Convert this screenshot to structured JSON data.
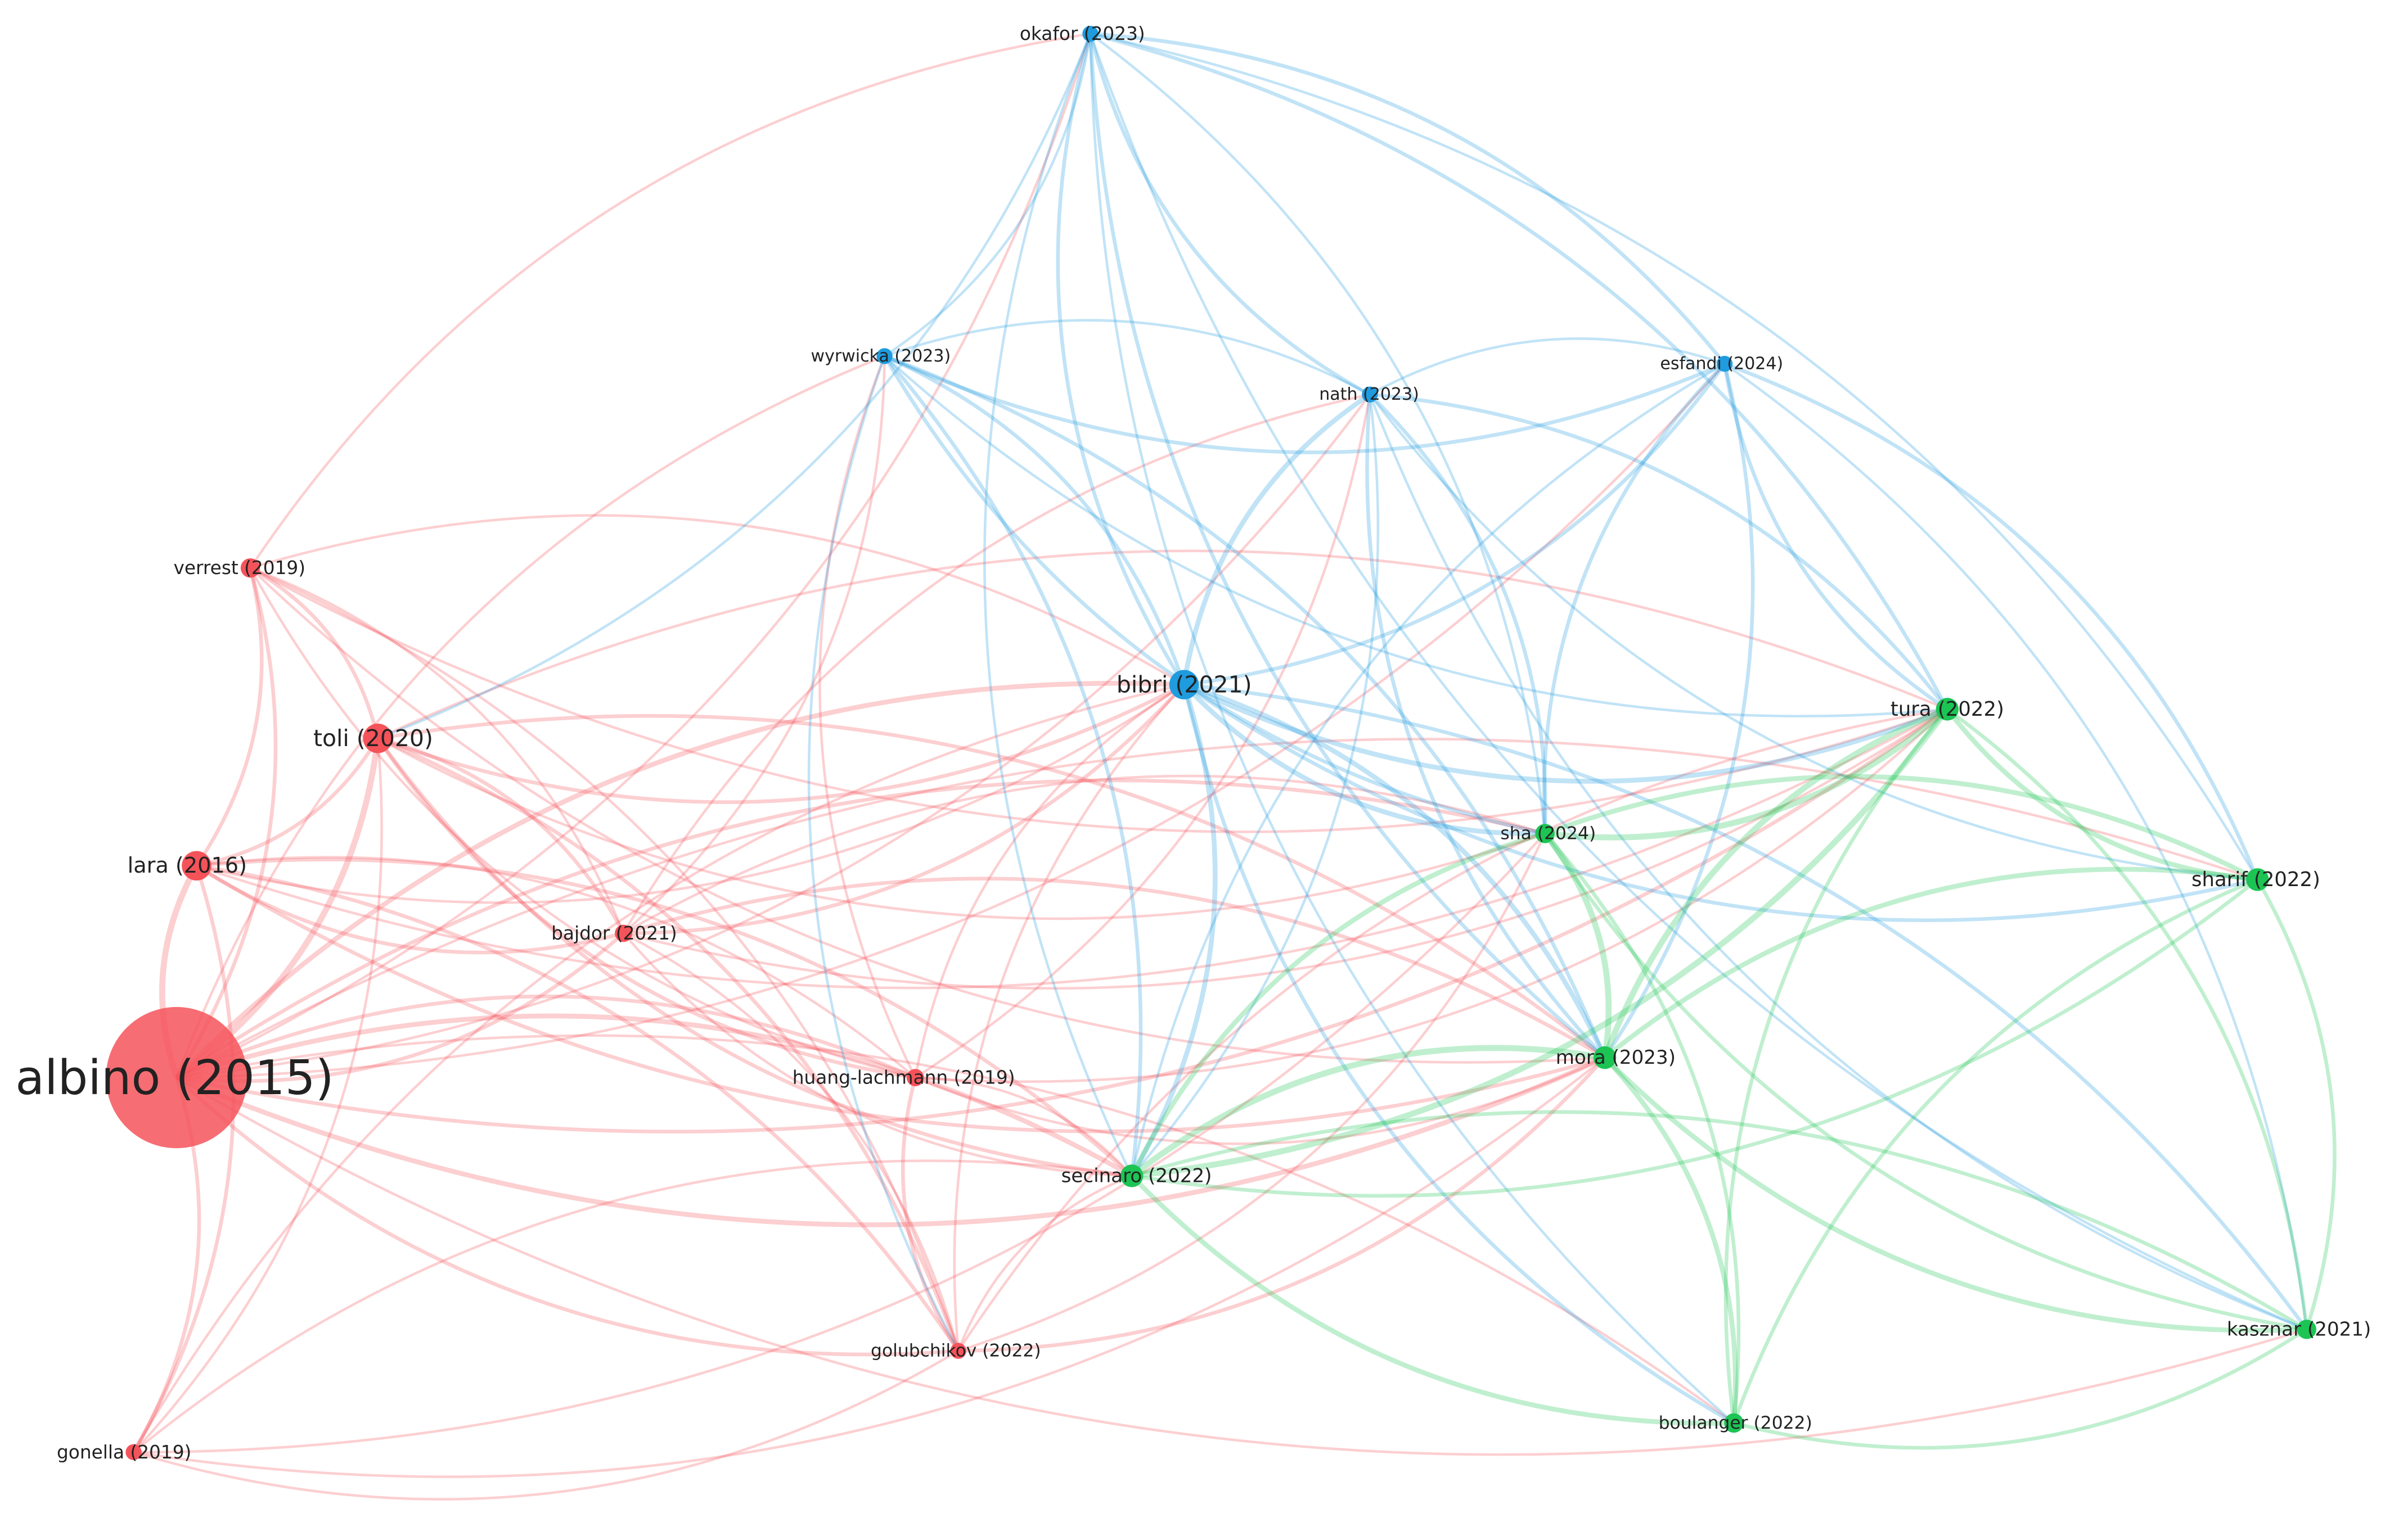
{
  "clusters": {
    "red": {
      "color": "#f5535a"
    },
    "blue": {
      "color": "#1f9bde"
    },
    "green": {
      "color": "#1cc454"
    }
  },
  "nodes": [
    {
      "id": "albino",
      "label": "albino (2015)",
      "cluster": "red",
      "weight": 10
    },
    {
      "id": "toli",
      "label": "toli (2020)",
      "cluster": "red",
      "weight": 3
    },
    {
      "id": "lara",
      "label": "lara (2016)",
      "cluster": "red",
      "weight": 3
    },
    {
      "id": "verrest",
      "label": "verrest (2019)",
      "cluster": "red",
      "weight": 1.5
    },
    {
      "id": "bajdor",
      "label": "bajdor (2021)",
      "cluster": "red",
      "weight": 1.2
    },
    {
      "id": "huang",
      "label": "huang-lachmann (2019)",
      "cluster": "red",
      "weight": 1.2
    },
    {
      "id": "golubchikov",
      "label": "golubchikov (2022)",
      "cluster": "red",
      "weight": 1
    },
    {
      "id": "gonella",
      "label": "gonella (2019)",
      "cluster": "red",
      "weight": 1
    },
    {
      "id": "okafor",
      "label": "okafor (2023)",
      "cluster": "blue",
      "weight": 1
    },
    {
      "id": "wyrwicka",
      "label": "wyrwicka (2023)",
      "cluster": "blue",
      "weight": 1
    },
    {
      "id": "nath",
      "label": "nath (2023)",
      "cluster": "blue",
      "weight": 1
    },
    {
      "id": "esfandi",
      "label": "esfandi (2024)",
      "cluster": "blue",
      "weight": 1
    },
    {
      "id": "bibri",
      "label": "bibri (2021)",
      "cluster": "blue",
      "weight": 3
    },
    {
      "id": "tura",
      "label": "tura (2022)",
      "cluster": "green",
      "weight": 2
    },
    {
      "id": "sha",
      "label": "sha (2024)",
      "cluster": "green",
      "weight": 1.5
    },
    {
      "id": "sharif",
      "label": "sharif (2022)",
      "cluster": "green",
      "weight": 2
    },
    {
      "id": "mora",
      "label": "mora (2023)",
      "cluster": "green",
      "weight": 2
    },
    {
      "id": "secinaro",
      "label": "secinaro (2022)",
      "cluster": "green",
      "weight": 2
    },
    {
      "id": "kasznar",
      "label": "kasznar (2021)",
      "cluster": "green",
      "weight": 1.5
    },
    {
      "id": "boulanger",
      "label": "boulanger (2022)",
      "cluster": "green",
      "weight": 1.5
    }
  ],
  "links": [
    [
      "albino",
      "toli",
      4
    ],
    [
      "albino",
      "lara",
      4
    ],
    [
      "albino",
      "verrest",
      2
    ],
    [
      "albino",
      "gonella",
      2
    ],
    [
      "albino",
      "bajdor",
      2
    ],
    [
      "albino",
      "huang",
      2
    ],
    [
      "albino",
      "golubchikov",
      2
    ],
    [
      "albino",
      "bibri",
      3
    ],
    [
      "albino",
      "mora",
      3
    ],
    [
      "albino",
      "secinaro",
      3
    ],
    [
      "albino",
      "tura",
      2
    ],
    [
      "albino",
      "sha",
      2
    ],
    [
      "albino",
      "okafor",
      1
    ],
    [
      "albino",
      "wyrwicka",
      1
    ],
    [
      "albino",
      "nath",
      1
    ],
    [
      "albino",
      "sharif",
      1
    ],
    [
      "albino",
      "kasznar",
      1
    ],
    [
      "albino",
      "boulanger",
      1
    ],
    [
      "albino",
      "esfandi",
      1
    ],
    [
      "toli",
      "lara",
      2
    ],
    [
      "toli",
      "verrest",
      2
    ],
    [
      "toli",
      "bajdor",
      2
    ],
    [
      "toli",
      "bibri",
      2
    ],
    [
      "toli",
      "mora",
      2
    ],
    [
      "toli",
      "secinaro",
      2
    ],
    [
      "toli",
      "golubchikov",
      2
    ],
    [
      "toli",
      "huang",
      2
    ],
    [
      "toli",
      "tura",
      1
    ],
    [
      "toli",
      "sha",
      1
    ],
    [
      "toli",
      "gonella",
      1
    ],
    [
      "lara",
      "verrest",
      2
    ],
    [
      "lara",
      "gonella",
      2
    ],
    [
      "lara",
      "bajdor",
      2
    ],
    [
      "lara",
      "huang",
      1
    ],
    [
      "lara",
      "mora",
      2
    ],
    [
      "lara",
      "secinaro",
      2
    ],
    [
      "lara",
      "bibri",
      1
    ],
    [
      "lara",
      "golubchikov",
      2
    ],
    [
      "lara",
      "tura",
      1
    ],
    [
      "verrest",
      "golubchikov",
      1
    ],
    [
      "verrest",
      "huang",
      1
    ],
    [
      "verrest",
      "bibri",
      1
    ],
    [
      "verrest",
      "tura",
      1
    ],
    [
      "verrest",
      "okafor",
      1
    ],
    [
      "verrest",
      "mora",
      1
    ],
    [
      "verrest",
      "bajdor",
      1
    ],
    [
      "bajdor",
      "bibri",
      2
    ],
    [
      "bajdor",
      "mora",
      2
    ],
    [
      "bajdor",
      "tura",
      1
    ],
    [
      "bajdor",
      "sha",
      1
    ],
    [
      "bajdor",
      "secinaro",
      1
    ],
    [
      "bajdor",
      "golubchikov",
      1
    ],
    [
      "bajdor",
      "wyrwicka",
      1
    ],
    [
      "bajdor",
      "nath",
      1
    ],
    [
      "huang",
      "golubchikov",
      2
    ],
    [
      "huang",
      "bibri",
      1
    ],
    [
      "huang",
      "mora",
      1
    ],
    [
      "huang",
      "secinaro",
      1
    ],
    [
      "huang",
      "nath",
      1
    ],
    [
      "huang",
      "wyrwicka",
      1
    ],
    [
      "huang",
      "tura",
      1
    ],
    [
      "golubchikov",
      "secinaro",
      1
    ],
    [
      "golubchikov",
      "mora",
      2
    ],
    [
      "golubchikov",
      "tura",
      1
    ],
    [
      "golubchikov",
      "sha",
      1
    ],
    [
      "golubchikov",
      "bibri",
      1
    ],
    [
      "gonella",
      "golubchikov",
      1
    ],
    [
      "gonella",
      "secinaro",
      1
    ],
    [
      "gonella",
      "mora",
      1
    ],
    [
      "gonella",
      "bibri",
      1
    ],
    [
      "gonella",
      "sha",
      1
    ],
    [
      "okafor",
      "wyrwicka",
      1
    ],
    [
      "okafor",
      "nath",
      2
    ],
    [
      "okafor",
      "esfandi",
      2
    ],
    [
      "okafor",
      "bibri",
      2
    ],
    [
      "okafor",
      "sha",
      1
    ],
    [
      "okafor",
      "mora",
      2
    ],
    [
      "okafor",
      "tura",
      2
    ],
    [
      "okafor",
      "secinaro",
      1
    ],
    [
      "okafor",
      "sharif",
      1
    ],
    [
      "okafor",
      "kasznar",
      1
    ],
    [
      "okafor",
      "toli",
      1
    ],
    [
      "okafor",
      "boulanger",
      1
    ],
    [
      "wyrwicka",
      "nath",
      1
    ],
    [
      "wyrwicka",
      "esfandi",
      2
    ],
    [
      "wyrwicka",
      "bibri",
      2
    ],
    [
      "wyrwicka",
      "sha",
      2
    ],
    [
      "wyrwicka",
      "mora",
      2
    ],
    [
      "wyrwicka",
      "tura",
      1
    ],
    [
      "wyrwicka",
      "secinaro",
      2
    ],
    [
      "wyrwicka",
      "golubchikov",
      1
    ],
    [
      "nath",
      "esfandi",
      1
    ],
    [
      "nath",
      "bibri",
      3
    ],
    [
      "nath",
      "sha",
      2
    ],
    [
      "nath",
      "mora",
      2
    ],
    [
      "nath",
      "tura",
      2
    ],
    [
      "nath",
      "sharif",
      1
    ],
    [
      "nath",
      "secinaro",
      1
    ],
    [
      "nath",
      "kasznar",
      1
    ],
    [
      "esfandi",
      "bibri",
      2
    ],
    [
      "esfandi",
      "sha",
      2
    ],
    [
      "esfandi",
      "mora",
      2
    ],
    [
      "esfandi",
      "tura",
      2
    ],
    [
      "esfandi",
      "sharif",
      2
    ],
    [
      "esfandi",
      "secinaro",
      1
    ],
    [
      "esfandi",
      "kasznar",
      1
    ],
    [
      "bibri",
      "sha",
      3
    ],
    [
      "bibri",
      "mora",
      3
    ],
    [
      "bibri",
      "tura",
      3
    ],
    [
      "bibri",
      "secinaro",
      3
    ],
    [
      "bibri",
      "sharif",
      2
    ],
    [
      "bibri",
      "kasznar",
      2
    ],
    [
      "bibri",
      "boulanger",
      2
    ],
    [
      "tura",
      "sha",
      4
    ],
    [
      "tura",
      "mora",
      4
    ],
    [
      "tura",
      "secinaro",
      4
    ],
    [
      "tura",
      "sharif",
      3
    ],
    [
      "tura",
      "kasznar",
      2
    ],
    [
      "tura",
      "boulanger",
      2
    ],
    [
      "sha",
      "mora",
      4
    ],
    [
      "sha",
      "secinaro",
      3
    ],
    [
      "sha",
      "sharif",
      3
    ],
    [
      "sha",
      "kasznar",
      2
    ],
    [
      "sha",
      "boulanger",
      2
    ],
    [
      "mora",
      "secinaro",
      4
    ],
    [
      "mora",
      "sharif",
      3
    ],
    [
      "mora",
      "kasznar",
      3
    ],
    [
      "mora",
      "boulanger",
      3
    ],
    [
      "secinaro",
      "sharif",
      2
    ],
    [
      "secinaro",
      "kasznar",
      2
    ],
    [
      "secinaro",
      "boulanger",
      3
    ],
    [
      "sharif",
      "kasznar",
      2
    ],
    [
      "sharif",
      "boulanger",
      2
    ],
    [
      "kasznar",
      "boulanger",
      2
    ]
  ]
}
